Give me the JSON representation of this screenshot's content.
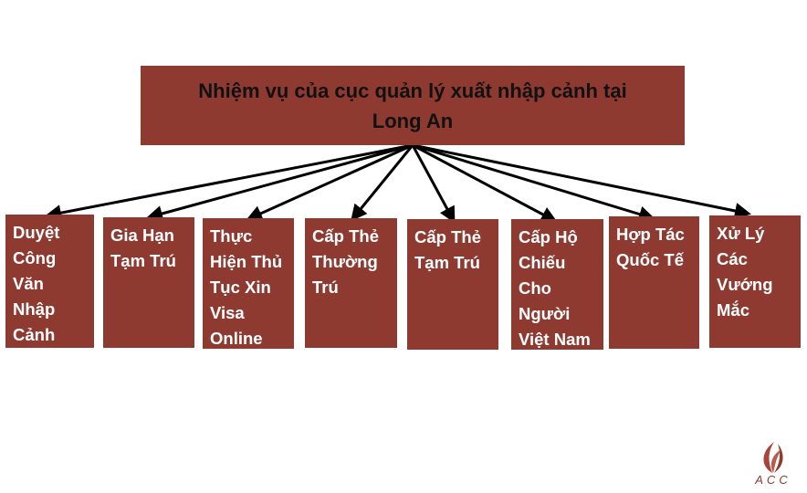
{
  "diagram": {
    "title": "Nhiệm vụ của cục quản lý xuất nhập cảnh tại Long An",
    "children": [
      "Duyệt\nCông\nVăn\nNhập\nCảnh",
      "Gia Hạn\nTạm Trú",
      "Thực\nHiện Thủ\nTục Xin\nVisa\nOnline",
      "Cấp Thẻ\nThường\nTrú",
      "Cấp Thẻ\nTạm Trú",
      "Cấp Hộ\nChiếu\nCho\nNgười\nViệt Nam",
      "Hợp Tác\nQuốc Tế",
      "Xử Lý Các\nVướng\nMắc"
    ]
  },
  "logo": {
    "text": "ACC"
  },
  "colors": {
    "box": "#8e3a31",
    "arrow": "#000000",
    "title_text": "#111111",
    "child_text": "#ffffff"
  }
}
